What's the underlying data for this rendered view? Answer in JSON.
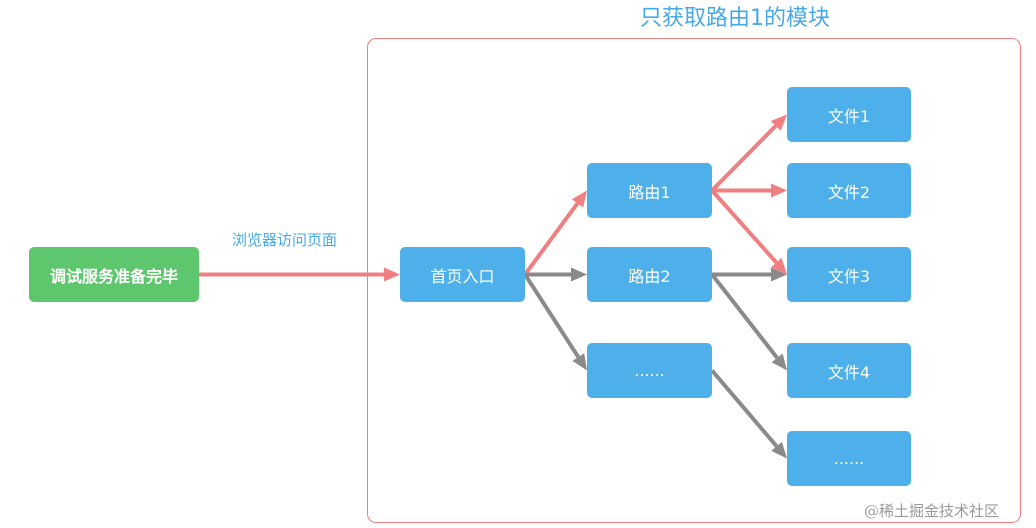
{
  "diagram": {
    "title": "只获取路由1的模块",
    "edge_label": "浏览器访问页面",
    "watermark": "@稀土掘金技术社区",
    "colors": {
      "frame": "#ef7f80",
      "highlight_edge": "#ef7f80",
      "normal_edge": "#8a8a8a",
      "node_blue": "#4db0ea",
      "node_green": "#5ec76e",
      "text_blue": "#47a9e6"
    },
    "nodes": {
      "debug_ready": "调试服务准备完毕",
      "home_entry": "首页入口",
      "route1": "路由1",
      "route2": "路由2",
      "route_more": "......",
      "file1": "文件1",
      "file2": "文件2",
      "file3": "文件3",
      "file4": "文件4",
      "file_more": "......"
    },
    "edges": [
      {
        "from": "debug_ready",
        "to": "home_entry",
        "style": "highlight"
      },
      {
        "from": "home_entry",
        "to": "route1",
        "style": "highlight"
      },
      {
        "from": "home_entry",
        "to": "route2",
        "style": "normal"
      },
      {
        "from": "home_entry",
        "to": "route_more",
        "style": "normal"
      },
      {
        "from": "route1",
        "to": "file1",
        "style": "highlight"
      },
      {
        "from": "route1",
        "to": "file2",
        "style": "highlight"
      },
      {
        "from": "route1",
        "to": "file3",
        "style": "highlight"
      },
      {
        "from": "route2",
        "to": "file3",
        "style": "normal"
      },
      {
        "from": "route2",
        "to": "file4",
        "style": "normal"
      },
      {
        "from": "route_more",
        "to": "file_more",
        "style": "normal"
      }
    ]
  }
}
